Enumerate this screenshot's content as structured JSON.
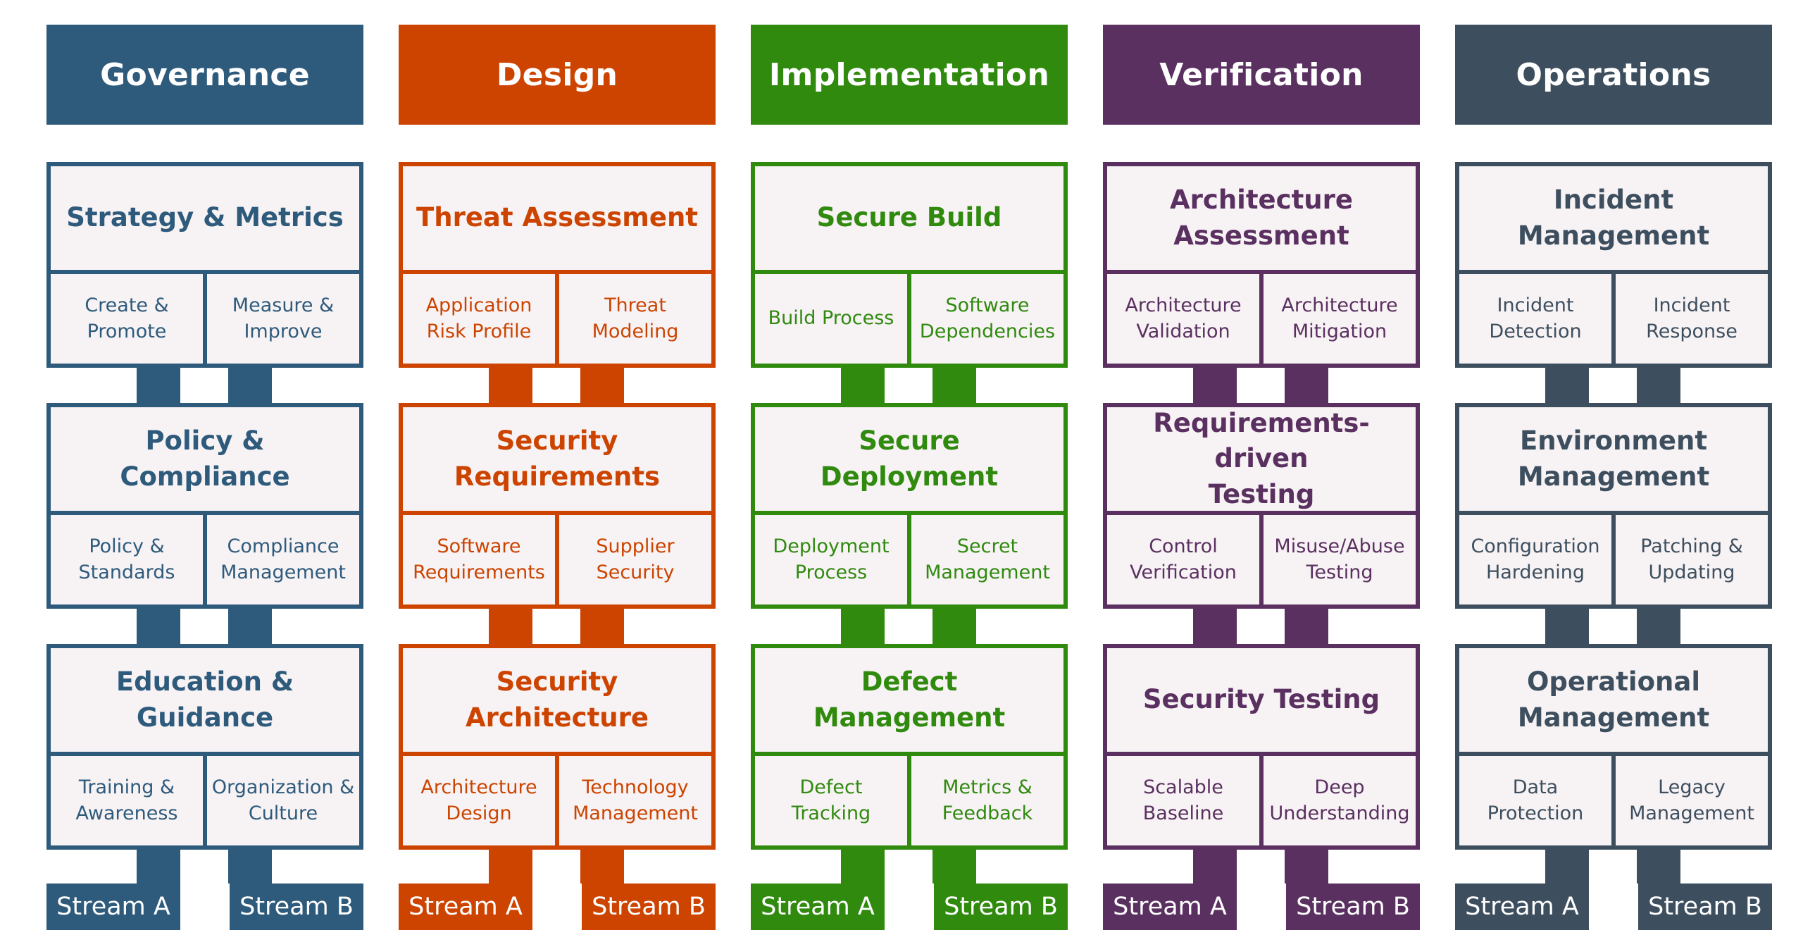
{
  "business_functions": [
    {
      "name": "Governance",
      "color": "#2e5b7c",
      "practices": [
        {
          "title": "Strategy & Metrics",
          "streams": [
            "Create &\nPromote",
            "Measure &\nImprove"
          ]
        },
        {
          "title": "Policy & Compliance",
          "streams": [
            "Policy &\nStandards",
            "Compliance\nManagement"
          ]
        },
        {
          "title": "Education &\nGuidance",
          "streams": [
            "Training &\nAwareness",
            "Organization &\nCulture"
          ]
        }
      ],
      "stream_labels": [
        "Stream A",
        "Stream B"
      ]
    },
    {
      "name": "Design",
      "color": "#cc4400",
      "practices": [
        {
          "title": "Threat Assessment",
          "streams": [
            "Application\nRisk Profile",
            "Threat\nModeling"
          ]
        },
        {
          "title": "Security\nRequirements",
          "streams": [
            "Software\nRequirements",
            "Supplier\nSecurity"
          ]
        },
        {
          "title": "Security Architecture",
          "streams": [
            "Architecture\nDesign",
            "Technology\nManagement"
          ]
        }
      ],
      "stream_labels": [
        "Stream A",
        "Stream B"
      ]
    },
    {
      "name": "Implementation",
      "color": "#2f8a0e",
      "practices": [
        {
          "title": "Secure Build",
          "streams": [
            "Build Process",
            "Software\nDependencies"
          ]
        },
        {
          "title": "Secure Deployment",
          "streams": [
            "Deployment\nProcess",
            "Secret\nManagement"
          ]
        },
        {
          "title": "Defect Management",
          "streams": [
            "Defect\nTracking",
            "Metrics &\nFeedback"
          ]
        }
      ],
      "stream_labels": [
        "Stream A",
        "Stream B"
      ]
    },
    {
      "name": "Verification",
      "color": "#5a3060",
      "practices": [
        {
          "title": "Architecture\nAssessment",
          "streams": [
            "Architecture\nValidation",
            "Architecture\nMitigation"
          ]
        },
        {
          "title": "Requirements-driven\nTesting",
          "streams": [
            "Control\nVerification",
            "Misuse/Abuse\nTesting"
          ]
        },
        {
          "title": "Security Testing",
          "streams": [
            "Scalable\nBaseline",
            "Deep\nUnderstanding"
          ]
        }
      ],
      "stream_labels": [
        "Stream A",
        "Stream B"
      ]
    },
    {
      "name": "Operations",
      "color": "#3d4f5e",
      "practices": [
        {
          "title": "Incident\nManagement",
          "streams": [
            "Incident\nDetection",
            "Incident\nResponse"
          ]
        },
        {
          "title": "Environment\nManagement",
          "streams": [
            "Configuration\nHardening",
            "Patching &\nUpdating"
          ]
        },
        {
          "title": "Operational\nManagement",
          "streams": [
            "Data\nProtection",
            "Legacy\nManagement"
          ]
        }
      ],
      "stream_labels": [
        "Stream A",
        "Stream B"
      ]
    }
  ]
}
